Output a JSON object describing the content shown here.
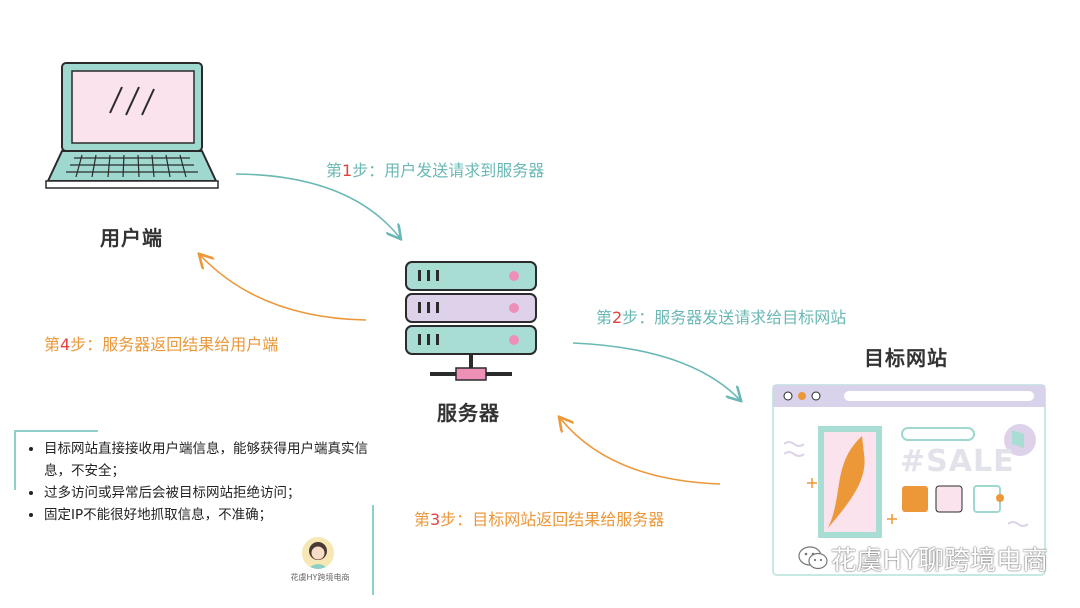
{
  "nodes": {
    "client": "用户端",
    "server": "服务器",
    "target": "目标网站"
  },
  "steps": {
    "s1": {
      "prefix": "第",
      "num": "1",
      "text": "步：用户发送请求到服务器"
    },
    "s2": {
      "prefix": "第",
      "num": "2",
      "text": "步：服务器发送请求给目标网站"
    },
    "s3": {
      "prefix": "第",
      "num": "3",
      "text": "步：目标网站返回结果给服务器"
    },
    "s4": {
      "prefix": "第",
      "num": "4",
      "text": "步：服务器返回结果给用户端"
    }
  },
  "notes": [
    "目标网站直接接收用户端信息，能够获得用户端真实信息，不安全；",
    "过多访问或异常后会被目标网站拒绝访问；",
    "固定IP不能很好地抓取信息，不准确；"
  ],
  "avatar_caption": "花虞HY跨境电商",
  "website_sale": "#SALE",
  "watermark": "花虞HY聊跨境电商",
  "colors": {
    "teal": "#6ab8b5",
    "orange": "#ec9738",
    "red": "#e0433d",
    "server_teal": "#a8ddd4",
    "server_purple": "#ddd2ea",
    "laptop_screen": "#fbe3ee"
  }
}
